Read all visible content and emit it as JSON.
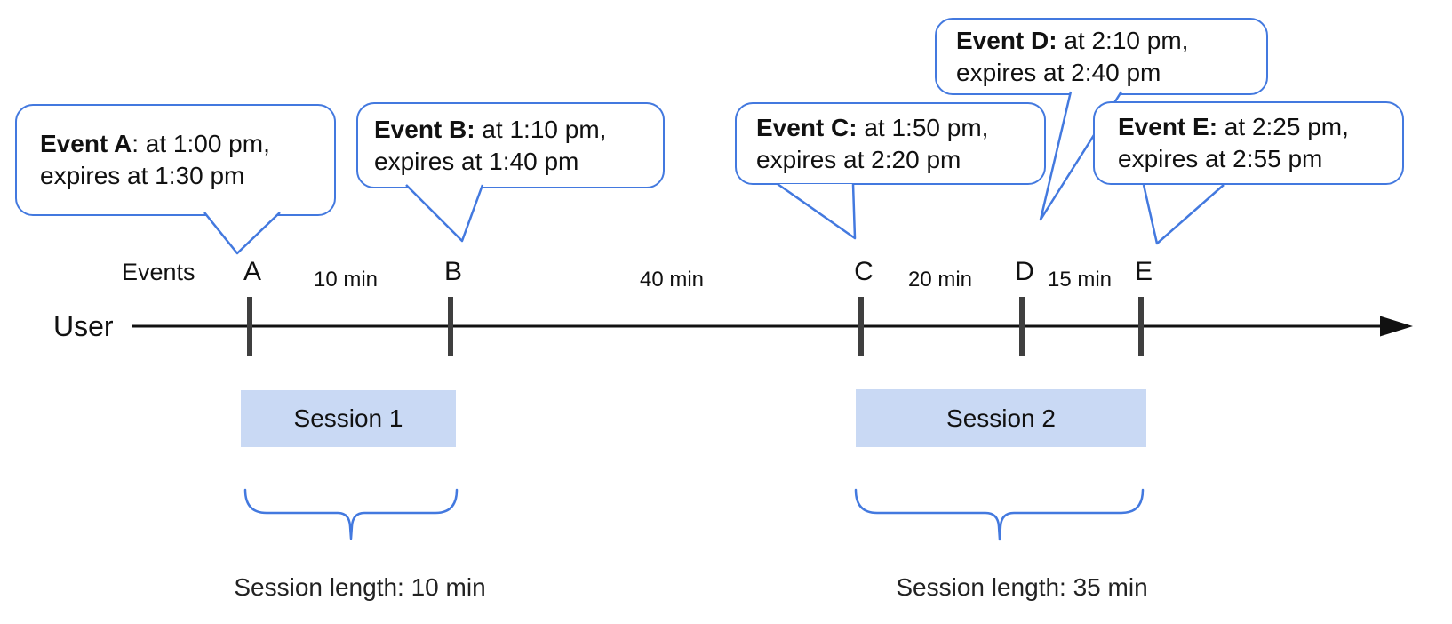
{
  "labels": {
    "events_axis": "Events",
    "user": "User"
  },
  "bubbles": [
    {
      "letter": "A",
      "bold": "Event A",
      "rest": ": at 1:00 pm,",
      "line2": "expires at 1:30 pm"
    },
    {
      "letter": "B",
      "bold": "Event B:",
      "rest": " at 1:10 pm,",
      "line2": "expires at 1:40 pm"
    },
    {
      "letter": "C",
      "bold": "Event C:",
      "rest": " at 1:50 pm,",
      "line2": "expires at 2:20 pm"
    },
    {
      "letter": "D",
      "bold": "Event D:",
      "rest": " at 2:10 pm,",
      "line2": "expires at 2:40 pm"
    },
    {
      "letter": "E",
      "bold": "Event E:",
      "rest": " at 2:25 pm,",
      "line2": "expires at 2:55 pm"
    }
  ],
  "timeline": {
    "points": [
      {
        "label": "A"
      },
      {
        "label": "B"
      },
      {
        "label": "C"
      },
      {
        "label": "D"
      },
      {
        "label": "E"
      }
    ],
    "gaps": [
      {
        "label": "10 min"
      },
      {
        "label": "40 min"
      },
      {
        "label": "20 min"
      },
      {
        "label": "15 min"
      }
    ]
  },
  "sessions": [
    {
      "label": "Session 1",
      "length": "Session length: 10 min"
    },
    {
      "label": "Session 2",
      "length": "Session length: 35 min"
    }
  ],
  "colors": {
    "accent_blue": "#4379df",
    "session_fill": "#c9d9f4",
    "tick_gray": "#3f3f3f",
    "text_black": "#111111"
  }
}
